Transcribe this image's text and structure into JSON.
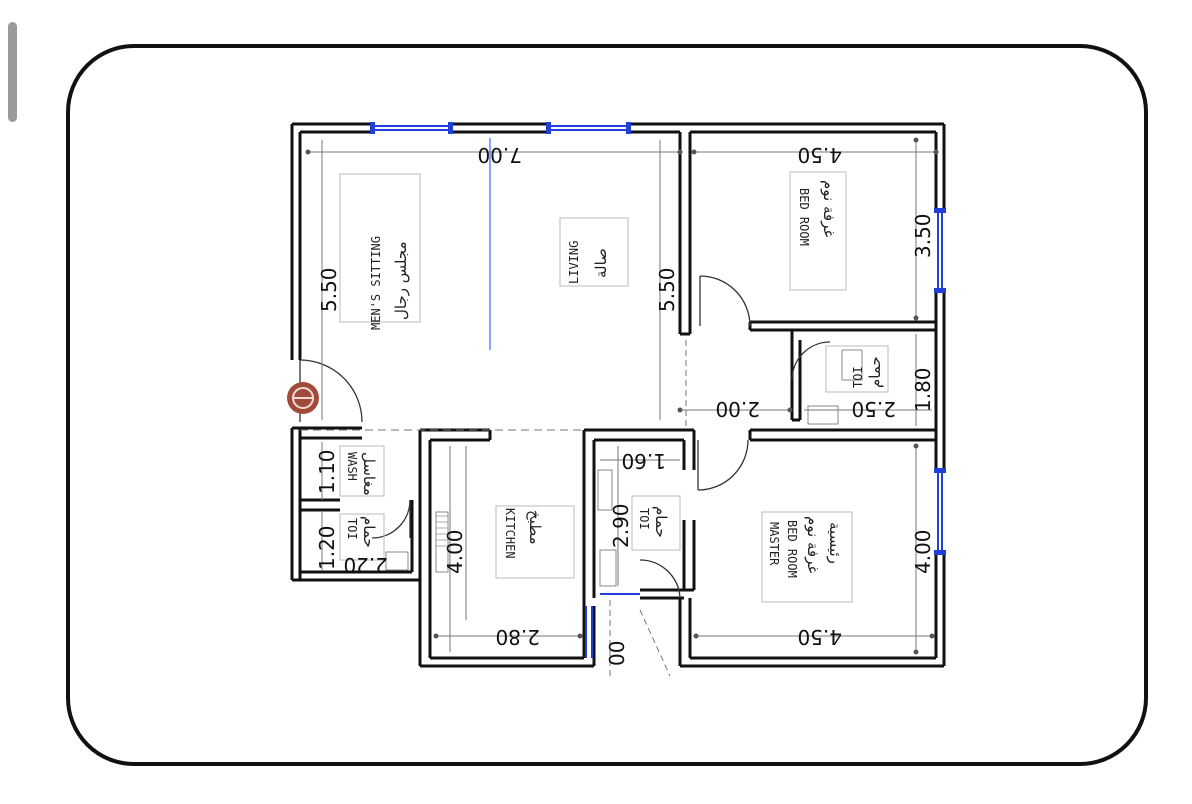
{
  "rooms": {
    "mens_sitting": {
      "en": "MEN'S SITTING",
      "ar": "مجلس رجال"
    },
    "living": {
      "en": "LIVING",
      "ar": "صالة"
    },
    "bed_room": {
      "en": "BED ROOM",
      "ar": "غرفة نوم"
    },
    "toilet_small": {
      "en": "TOI",
      "ar": "حمام"
    },
    "wash": {
      "en": "WASH",
      "ar": "مغاسل"
    },
    "toilet_left": {
      "en": "TOI",
      "ar": "حمام"
    },
    "kitchen": {
      "en": "KITCHEN",
      "ar": "مطبخ"
    },
    "toilet_center": {
      "en": "TOI",
      "ar": "حمام"
    },
    "master_bed_room": {
      "en1": "MASTER",
      "en2": "BED ROOM",
      "ar1": "غرفة نوم",
      "ar2": "رئيسية"
    }
  },
  "dimensions": {
    "top_width": "7.00",
    "left_height": "5.50",
    "center_height": "5.50",
    "bedroom_width": "4.50",
    "bedroom_height": "3.50",
    "toilet_height": "1.80",
    "corridor_width": "2.00",
    "toilet_width": "2.50",
    "wash_height": "1.10",
    "toi_left_height": "1.20",
    "toi_left_width": "2.20",
    "kitchen_height": "4.00",
    "kitchen_width": "2.80",
    "toi_center_width": "1.60",
    "toi_center_height": "2.90",
    "master_height": "4.00",
    "master_width": "4.50",
    "stair_partial": "00"
  },
  "colors": {
    "wall": "#111111",
    "window": "#1f3fd6",
    "guide": "#8aa2ff",
    "frame": "#111111",
    "door_knob": "#a04a3c"
  }
}
